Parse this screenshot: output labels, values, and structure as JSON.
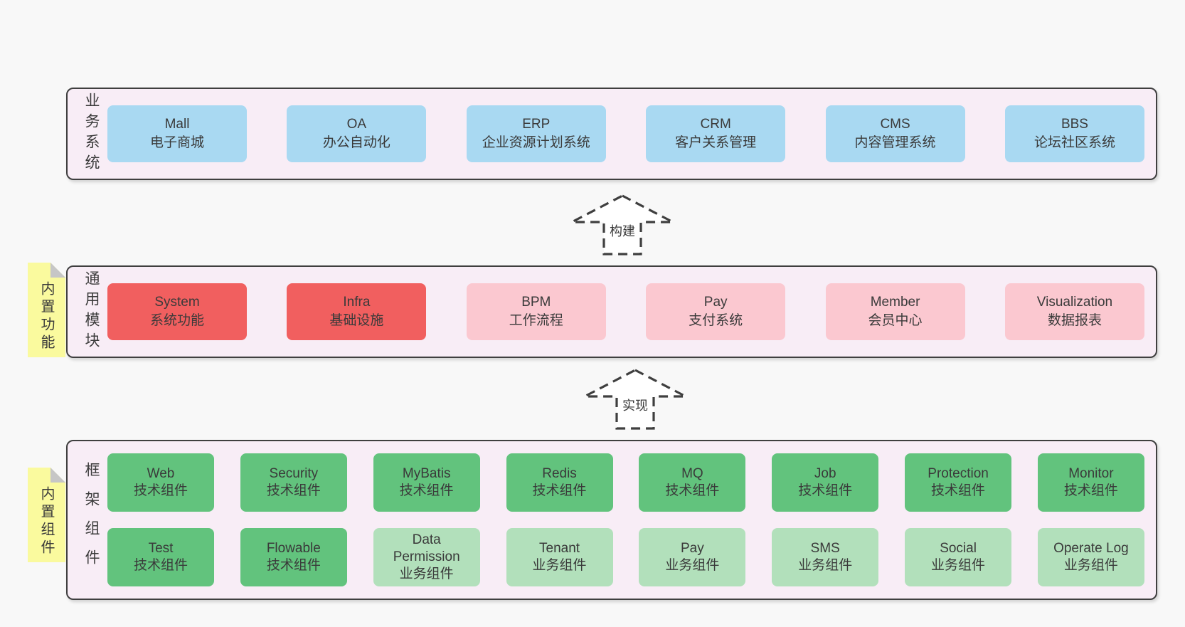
{
  "colors": {
    "page-bg": "#f8f8f8",
    "panel-bg": "#f8edf6",
    "panel-border": "#3f3f3f",
    "text": "#3a3a3a",
    "blue": "#a9d9f2",
    "red": "#f15f5f",
    "pink": "#fbc8d0",
    "green-dark": "#62c37d",
    "green-light": "#b2e0bb",
    "yellow": "#fafa9e",
    "fold": "#c6c6c6",
    "white": "#ffffff"
  },
  "sections": {
    "business": {
      "label": "业务系统",
      "boxes": [
        {
          "en": "Mall",
          "zh": "电子商城"
        },
        {
          "en": "OA",
          "zh": "办公自动化"
        },
        {
          "en": "ERP",
          "zh": "企业资源计划系统"
        },
        {
          "en": "CRM",
          "zh": "客户关系管理"
        },
        {
          "en": "CMS",
          "zh": "内容管理系统"
        },
        {
          "en": "BBS",
          "zh": "论坛社区系统"
        }
      ]
    },
    "modules": {
      "sticky": "内置功能",
      "label": "通用模块",
      "boxes": [
        {
          "en": "System",
          "zh": "系统功能"
        },
        {
          "en": "Infra",
          "zh": "基础设施"
        },
        {
          "en": "BPM",
          "zh": "工作流程"
        },
        {
          "en": "Pay",
          "zh": "支付系统"
        },
        {
          "en": "Member",
          "zh": "会员中心"
        },
        {
          "en": "Visualization",
          "zh": "数据报表"
        }
      ]
    },
    "components": {
      "sticky": "内置组件",
      "label": "框架组件",
      "row1": [
        {
          "en": "Web",
          "zh": "技术组件"
        },
        {
          "en": "Security",
          "zh": "技术组件"
        },
        {
          "en": "MyBatis",
          "zh": "技术组件"
        },
        {
          "en": "Redis",
          "zh": "技术组件"
        },
        {
          "en": "MQ",
          "zh": "技术组件"
        },
        {
          "en": "Job",
          "zh": "技术组件"
        },
        {
          "en": "Protection",
          "zh": "技术组件"
        },
        {
          "en": "Monitor",
          "zh": "技术组件"
        }
      ],
      "row2": [
        {
          "en": "Test",
          "zh": "技术组件"
        },
        {
          "en": "Flowable",
          "zh": "技术组件"
        },
        {
          "en": "Data Permission",
          "zh": "业务组件"
        },
        {
          "en": "Tenant",
          "zh": "业务组件"
        },
        {
          "en": "Pay",
          "zh": "业务组件"
        },
        {
          "en": "SMS",
          "zh": "业务组件"
        },
        {
          "en": "Social",
          "zh": "业务组件"
        },
        {
          "en": "Operate Log",
          "zh": "业务组件"
        }
      ]
    }
  },
  "arrows": {
    "build": "构建",
    "implement": "实现"
  }
}
